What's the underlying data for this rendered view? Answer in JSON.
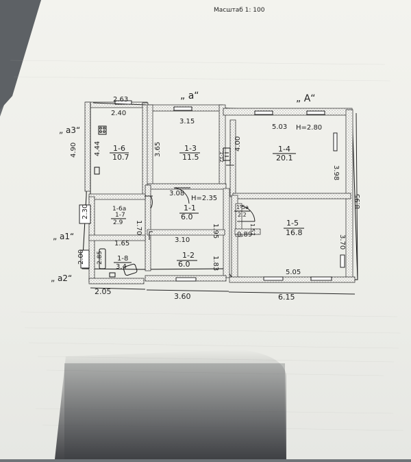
{
  "scale_label": "Масштаб 1: 100",
  "zones": {
    "a": "„ а“",
    "A": "„ А“",
    "a1": "„ а1“",
    "a2": "„ а2“",
    "a3": "„ а3“"
  },
  "rooms": {
    "r1_6": {
      "number": "1-6",
      "area": "10.7"
    },
    "r1_3": {
      "number": "1-3",
      "area": "11.5"
    },
    "r1_4": {
      "number": "1-4",
      "area": "20.1"
    },
    "r1_1": {
      "number": "1-1",
      "area": "6.0"
    },
    "r1_2": {
      "number": "1-2",
      "area": "6.0"
    },
    "r1_5": {
      "number": "1-5",
      "area": "16.8"
    },
    "r1_7": {
      "number": "1-7",
      "area": "2.9"
    },
    "r1_8": {
      "number": "1-8",
      "area": "3.4"
    },
    "r1_5a": {
      "number": "1-5а",
      "area": "2.2"
    },
    "r1_6a": {
      "number": "1-6а"
    },
    "r1_12": {
      "number": "1-12"
    }
  },
  "labels": {
    "h_2_80": "H=2.80",
    "h_2_35": "H=2.35",
    "d_2_63": "2.63",
    "d_2_40": "2.40",
    "d_3_15": "3.15",
    "d_5_03": "5.03",
    "d_4_90": "4.90",
    "d_4_44": "4.44",
    "d_3_65": "3.65",
    "d_4_00": "4.00",
    "d_3_98": "3.98",
    "d_8_95": "8.95",
    "d_3_08": "3.08",
    "d_1_70": "1.70",
    "d_1_95": "1.95",
    "d_1_57": "1.57",
    "d_0_89": "0.89",
    "d_3_10": "3.10",
    "d_1_65": "1.65",
    "d_2_30": "2.30",
    "d_2_00": "2.00",
    "d_2_85": "2.85",
    "d_1_83": "1.83",
    "d_3_70": "3.70",
    "d_5_05": "5.05",
    "d_2_05": "2.05",
    "d_3_60": "3.60",
    "d_6_15": "6.15"
  }
}
